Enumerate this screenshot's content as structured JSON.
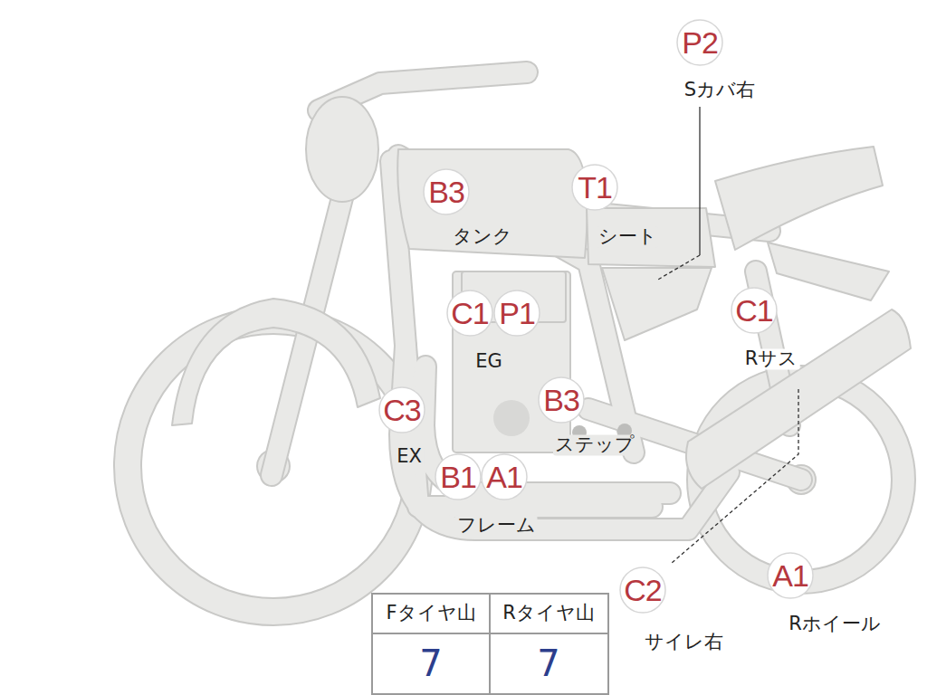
{
  "diagram": {
    "nodes": [
      {
        "text": [
          "P2"
        ]
      },
      {
        "text": [
          "B3"
        ]
      },
      {
        "text": [
          "T1"
        ]
      },
      {
        "text": [
          "C1"
        ]
      },
      {
        "text": [
          "P1"
        ]
      },
      {
        "text": [
          "C1"
        ]
      },
      {
        "text": [
          "C3"
        ]
      },
      {
        "text": [
          "B3"
        ]
      },
      {
        "text": [
          "B1"
        ]
      },
      {
        "text": [
          "A1"
        ]
      },
      {
        "text": [
          "C2"
        ]
      },
      {
        "text": [
          "A1"
        ]
      }
    ],
    "labels": [
      "Sカバ右",
      "タンク",
      "シート",
      "EG",
      "Rサス",
      "EX",
      "ステップ",
      "フレーム",
      "サイレ右",
      "Rホイール",
      "Fタイヤ山",
      "Rタイヤ山",
      "7",
      "7"
    ]
  }
}
